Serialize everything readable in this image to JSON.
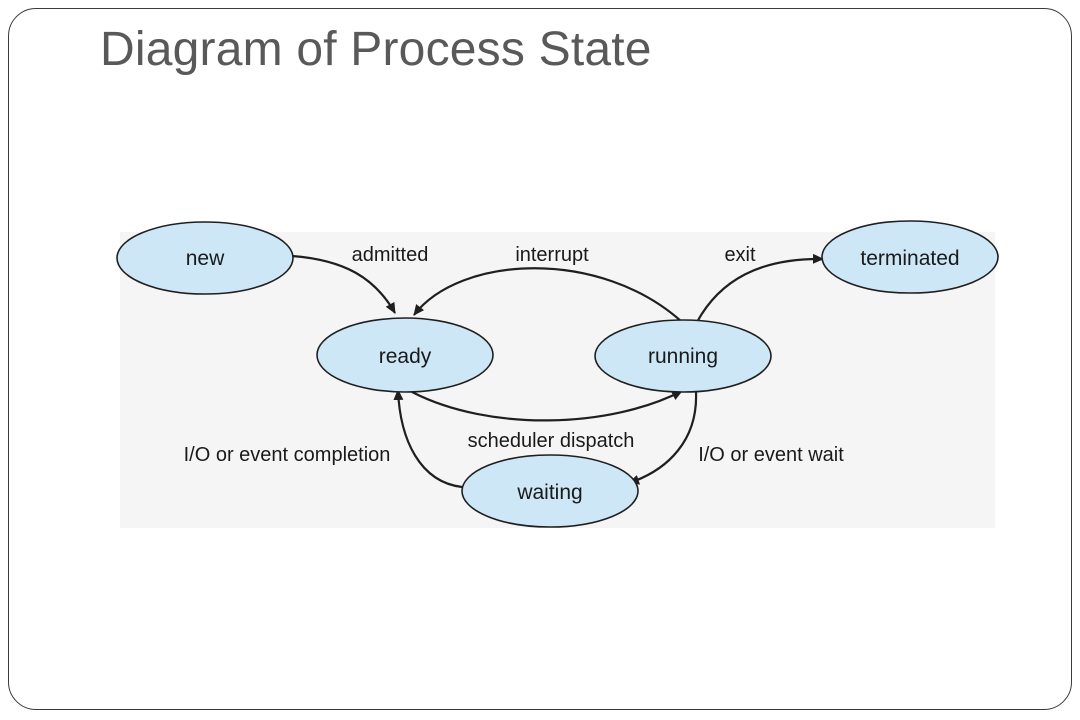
{
  "slide": {
    "title": "Diagram of Process State"
  },
  "states": {
    "new": "new",
    "ready": "ready",
    "running": "running",
    "waiting": "waiting",
    "terminated": "terminated"
  },
  "transitions": {
    "admitted": "admitted",
    "interrupt": "interrupt",
    "exit": "exit",
    "scheduler_dispatch": "scheduler dispatch",
    "io_event_completion": "I/O or event completion",
    "io_event_wait": "I/O or event wait"
  },
  "colors": {
    "state_fill": "#cde7f7",
    "stroke": "#1f1f1f",
    "title_text": "#595959"
  }
}
